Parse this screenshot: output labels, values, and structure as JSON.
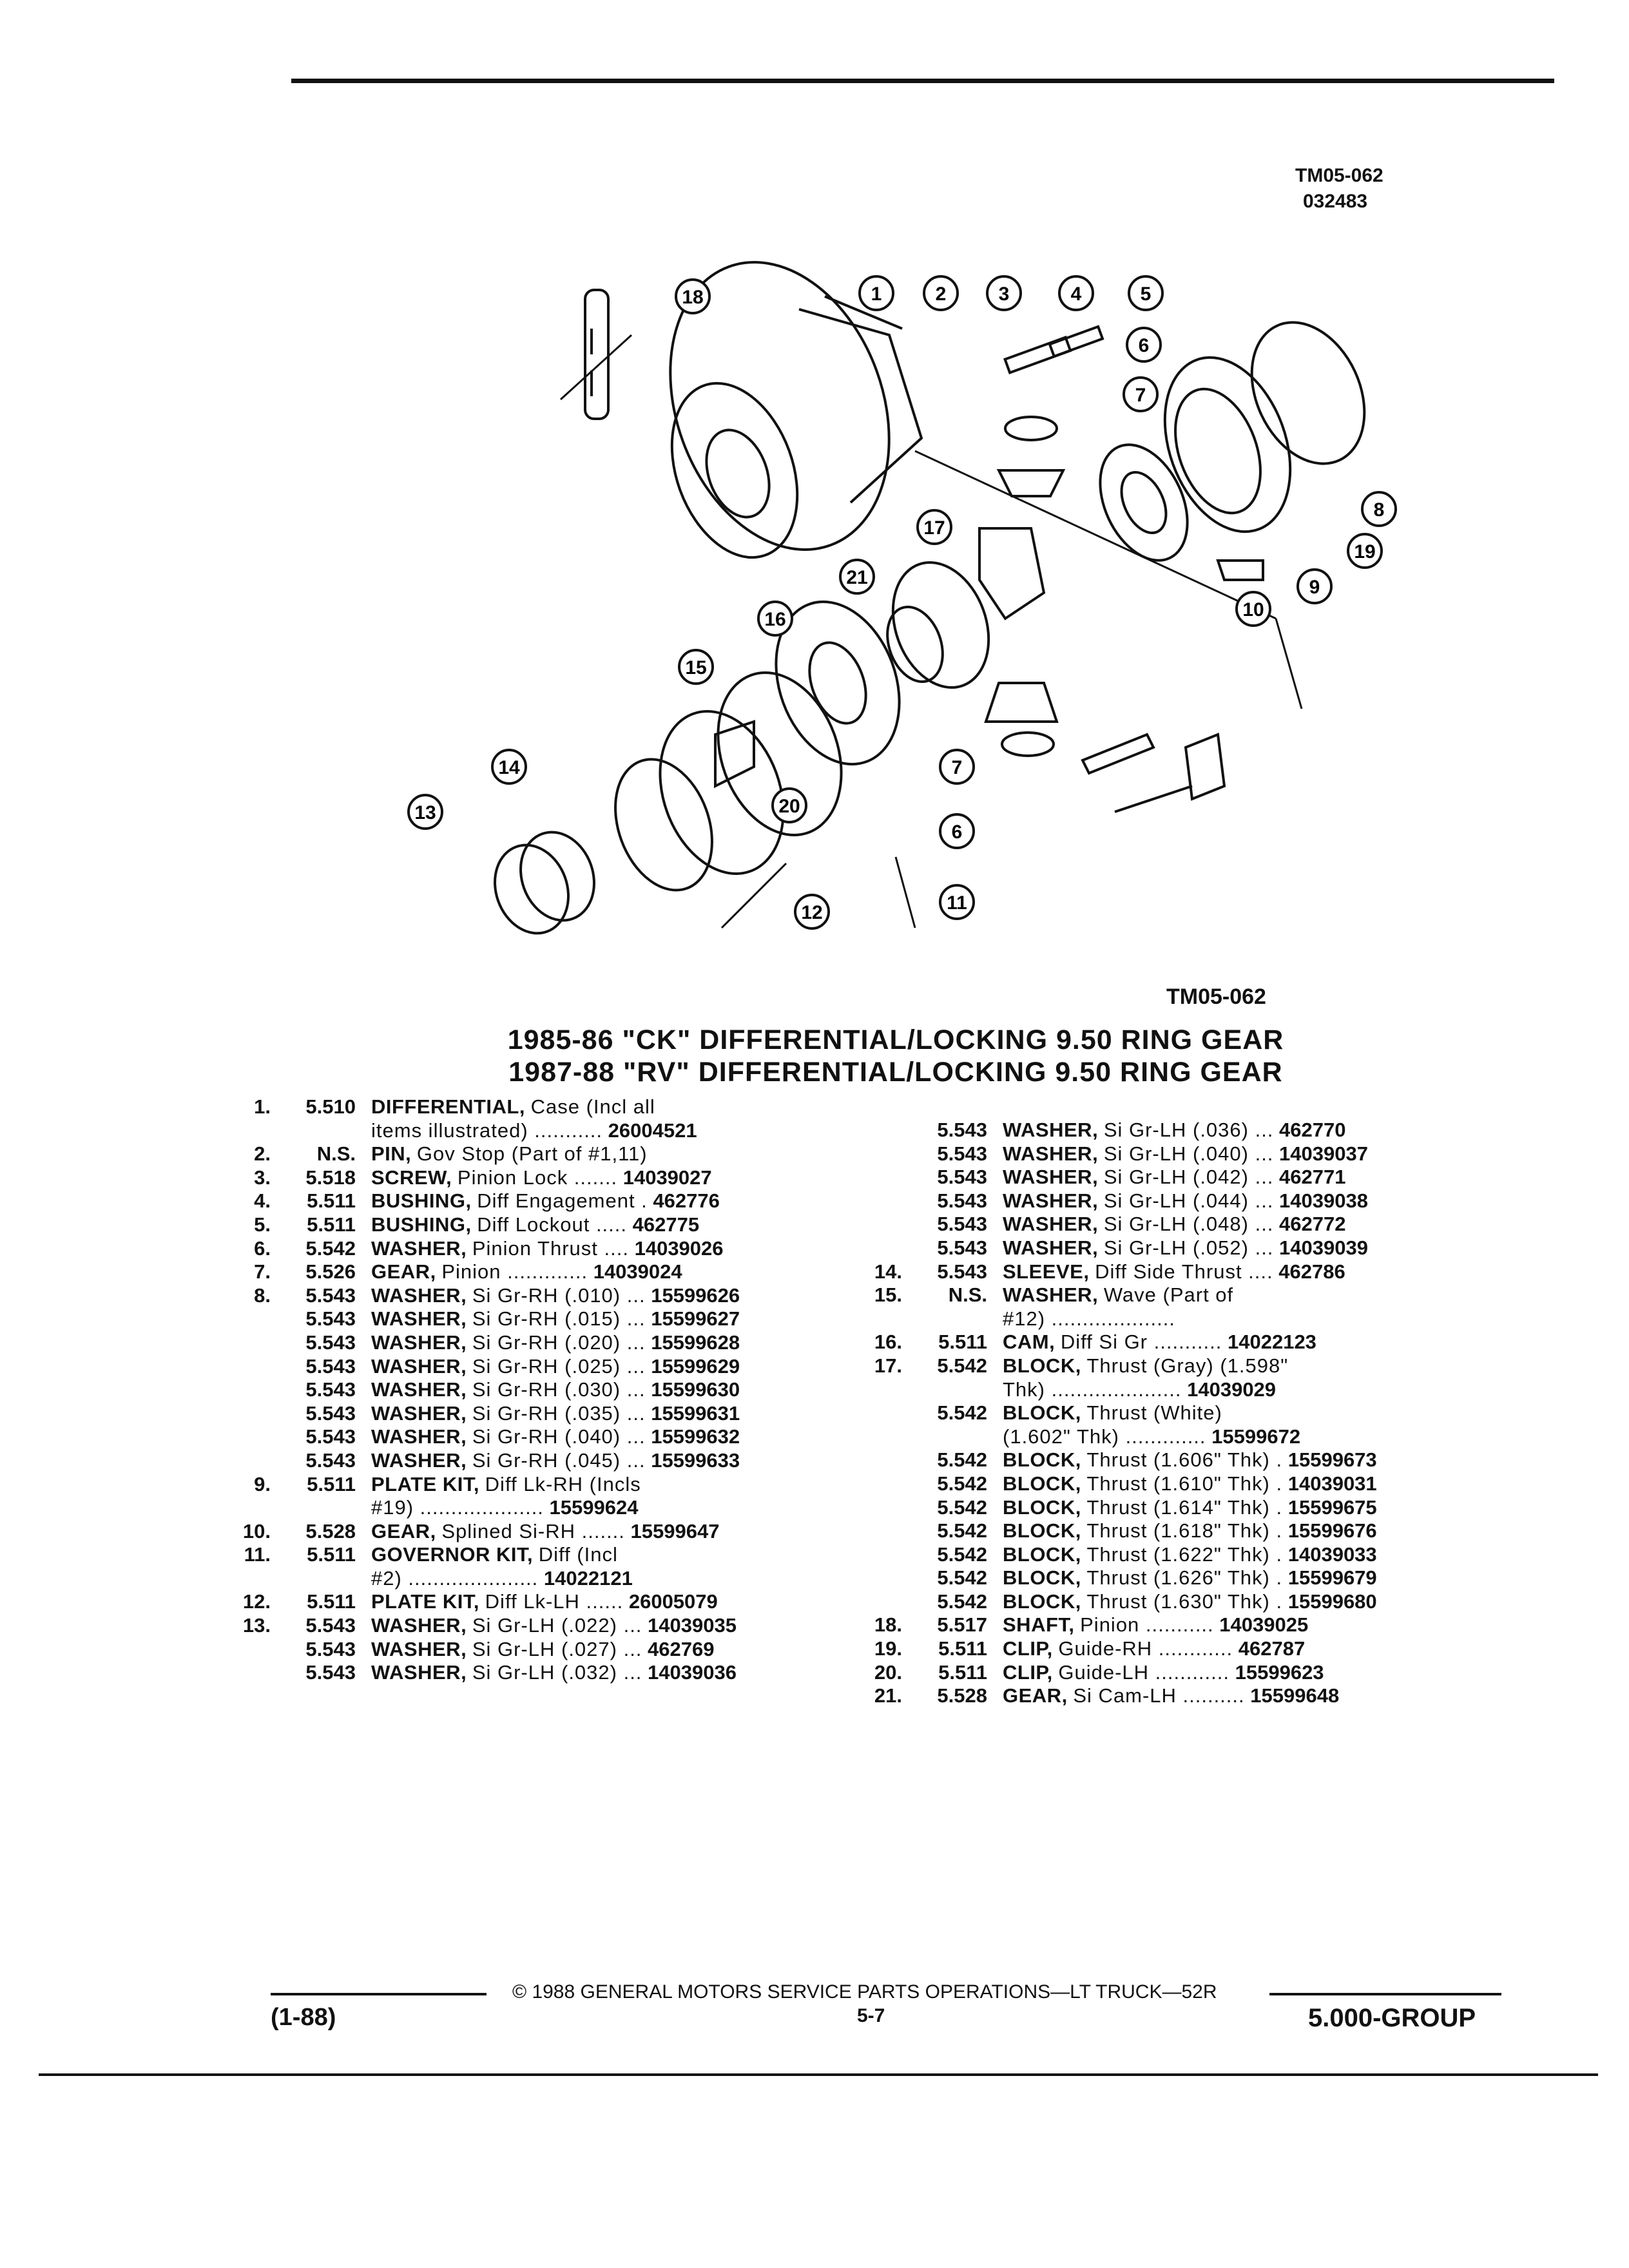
{
  "header": {
    "doc_code": "TM05-062",
    "doc_date": "032483"
  },
  "figure": {
    "label": "TM05-062",
    "callouts": [
      "1",
      "2",
      "3",
      "4",
      "5",
      "6",
      "7",
      "8",
      "9",
      "10",
      "11",
      "12",
      "13",
      "14",
      "15",
      "16",
      "17",
      "18",
      "19",
      "20",
      "21",
      "7",
      "6",
      "11"
    ]
  },
  "title": {
    "line1": "1985-86 \"CK\" DIFFERENTIAL/LOCKING 9.50 RING GEAR",
    "line2": "1987-88 \"RV\" DIFFERENTIAL/LOCKING 9.50 RING GEAR"
  },
  "parts_left": [
    {
      "no": "1.",
      "grp": "5.510",
      "name": "DIFFERENTIAL,",
      "desc": "Case (Incl all",
      "pn": ""
    },
    {
      "no": "",
      "grp": "",
      "name": "",
      "desc": "items illustrated) ...........",
      "pn": "26004521"
    },
    {
      "no": "2.",
      "grp": "N.S.",
      "name": "PIN,",
      "desc": "Gov Stop (Part of #1,11)",
      "pn": ""
    },
    {
      "no": "3.",
      "grp": "5.518",
      "name": "SCREW,",
      "desc": "Pinion Lock .......",
      "pn": "14039027"
    },
    {
      "no": "4.",
      "grp": "5.511",
      "name": "BUSHING,",
      "desc": "Diff Engagement  .",
      "pn": "462776"
    },
    {
      "no": "5.",
      "grp": "5.511",
      "name": "BUSHING,",
      "desc": "Diff Lockout .....",
      "pn": "462775"
    },
    {
      "no": "6.",
      "grp": "5.542",
      "name": "WASHER,",
      "desc": "Pinion Thrust ....",
      "pn": "14039026"
    },
    {
      "no": "7.",
      "grp": "5.526",
      "name": "GEAR,",
      "desc": "Pinion .............",
      "pn": "14039024"
    },
    {
      "no": "8.",
      "grp": "5.543",
      "name": "WASHER,",
      "desc": "Si Gr-RH (.010) ...",
      "pn": "15599626"
    },
    {
      "no": "",
      "grp": "5.543",
      "name": "WASHER,",
      "desc": "Si Gr-RH (.015) ...",
      "pn": "15599627"
    },
    {
      "no": "",
      "grp": "5.543",
      "name": "WASHER,",
      "desc": "Si Gr-RH (.020) ...",
      "pn": "15599628"
    },
    {
      "no": "",
      "grp": "5.543",
      "name": "WASHER,",
      "desc": "Si Gr-RH (.025) ...",
      "pn": "15599629"
    },
    {
      "no": "",
      "grp": "5.543",
      "name": "WASHER,",
      "desc": "Si Gr-RH (.030) ...",
      "pn": "15599630"
    },
    {
      "no": "",
      "grp": "5.543",
      "name": "WASHER,",
      "desc": "Si Gr-RH (.035) ...",
      "pn": "15599631"
    },
    {
      "no": "",
      "grp": "5.543",
      "name": "WASHER,",
      "desc": "Si Gr-RH (.040) ...",
      "pn": "15599632"
    },
    {
      "no": "",
      "grp": "5.543",
      "name": "WASHER,",
      "desc": "Si Gr-RH (.045) ...",
      "pn": "15599633"
    },
    {
      "no": "9.",
      "grp": "5.511",
      "name": "PLATE KIT,",
      "desc": "Diff Lk-RH (Incls",
      "pn": ""
    },
    {
      "no": "",
      "grp": "",
      "name": "",
      "desc": "#19) ....................",
      "pn": "15599624"
    },
    {
      "no": "10.",
      "grp": "5.528",
      "name": "GEAR,",
      "desc": "Splined Si-RH .......",
      "pn": "15599647"
    },
    {
      "no": "11.",
      "grp": "5.511",
      "name": "GOVERNOR KIT,",
      "desc": "Diff (Incl",
      "pn": ""
    },
    {
      "no": "",
      "grp": "",
      "name": "",
      "desc": "#2) .....................",
      "pn": "14022121"
    },
    {
      "no": "12.",
      "grp": "5.511",
      "name": "PLATE KIT,",
      "desc": "Diff Lk-LH ......",
      "pn": "26005079"
    },
    {
      "no": "13.",
      "grp": "5.543",
      "name": "WASHER,",
      "desc": "Si Gr-LH (.022) ...",
      "pn": "14039035"
    },
    {
      "no": "",
      "grp": "5.543",
      "name": "WASHER,",
      "desc": "Si Gr-LH (.027) ...",
      "pn": "462769"
    },
    {
      "no": "",
      "grp": "5.543",
      "name": "WASHER,",
      "desc": "Si Gr-LH (.032) ...",
      "pn": "14039036"
    }
  ],
  "parts_right": [
    {
      "no": "",
      "grp": "5.543",
      "name": "WASHER,",
      "desc": "Si Gr-LH (.036) ...",
      "pn": "462770"
    },
    {
      "no": "",
      "grp": "5.543",
      "name": "WASHER,",
      "desc": "Si Gr-LH (.040) ...",
      "pn": "14039037"
    },
    {
      "no": "",
      "grp": "5.543",
      "name": "WASHER,",
      "desc": "Si Gr-LH (.042) ...",
      "pn": "462771"
    },
    {
      "no": "",
      "grp": "5.543",
      "name": "WASHER,",
      "desc": "Si Gr-LH (.044) ...",
      "pn": "14039038"
    },
    {
      "no": "",
      "grp": "5.543",
      "name": "WASHER,",
      "desc": "Si Gr-LH (.048) ...",
      "pn": "462772"
    },
    {
      "no": "",
      "grp": "5.543",
      "name": "WASHER,",
      "desc": "Si Gr-LH (.052) ...",
      "pn": "14039039"
    },
    {
      "no": "14.",
      "grp": "5.543",
      "name": "SLEEVE,",
      "desc": "Diff Side Thrust ....",
      "pn": "462786"
    },
    {
      "no": "15.",
      "grp": "N.S.",
      "name": "WASHER,",
      "desc": "Wave (Part of",
      "pn": ""
    },
    {
      "no": "",
      "grp": "",
      "name": "",
      "desc": "#12) ....................",
      "pn": ""
    },
    {
      "no": "16.",
      "grp": "5.511",
      "name": "CAM,",
      "desc": "Diff Si Gr ...........",
      "pn": "14022123"
    },
    {
      "no": "17.",
      "grp": "5.542",
      "name": "BLOCK,",
      "desc": "Thrust (Gray) (1.598\"",
      "pn": ""
    },
    {
      "no": "",
      "grp": "",
      "name": "",
      "desc": "Thk) .....................",
      "pn": "14039029"
    },
    {
      "no": "",
      "grp": "5.542",
      "name": "BLOCK,",
      "desc": "Thrust (White)",
      "pn": ""
    },
    {
      "no": "",
      "grp": "",
      "name": "",
      "desc": "(1.602\" Thk) .............",
      "pn": "15599672"
    },
    {
      "no": "",
      "grp": "5.542",
      "name": "BLOCK,",
      "desc": "Thrust (1.606\" Thk) .",
      "pn": "15599673"
    },
    {
      "no": "",
      "grp": "5.542",
      "name": "BLOCK,",
      "desc": "Thrust (1.610\" Thk) .",
      "pn": "14039031"
    },
    {
      "no": "",
      "grp": "5.542",
      "name": "BLOCK,",
      "desc": "Thrust (1.614\" Thk) .",
      "pn": "15599675"
    },
    {
      "no": "",
      "grp": "5.542",
      "name": "BLOCK,",
      "desc": "Thrust (1.618\" Thk) .",
      "pn": "15599676"
    },
    {
      "no": "",
      "grp": "5.542",
      "name": "BLOCK,",
      "desc": "Thrust (1.622\" Thk) .",
      "pn": "14039033"
    },
    {
      "no": "",
      "grp": "5.542",
      "name": "BLOCK,",
      "desc": "Thrust (1.626\" Thk) .",
      "pn": "15599679"
    },
    {
      "no": "",
      "grp": "5.542",
      "name": "BLOCK,",
      "desc": "Thrust (1.630\" Thk) .",
      "pn": "15599680"
    },
    {
      "no": "18.",
      "grp": "5.517",
      "name": "SHAFT,",
      "desc": "Pinion ...........",
      "pn": "14039025"
    },
    {
      "no": "19.",
      "grp": "5.511",
      "name": "CLIP,",
      "desc": "Guide-RH ............",
      "pn": "462787"
    },
    {
      "no": "20.",
      "grp": "5.511",
      "name": "CLIP,",
      "desc": "Guide-LH ............",
      "pn": "15599623"
    },
    {
      "no": "21.",
      "grp": "5.528",
      "name": "GEAR,",
      "desc": "Si Cam-LH ..........",
      "pn": "15599648"
    }
  ],
  "footer": {
    "revision": "(1-88)",
    "copyright": "© 1988 GENERAL MOTORS SERVICE PARTS OPERATIONS—LT TRUCK—52R",
    "page": "5-7",
    "group": "5.000-GROUP"
  }
}
